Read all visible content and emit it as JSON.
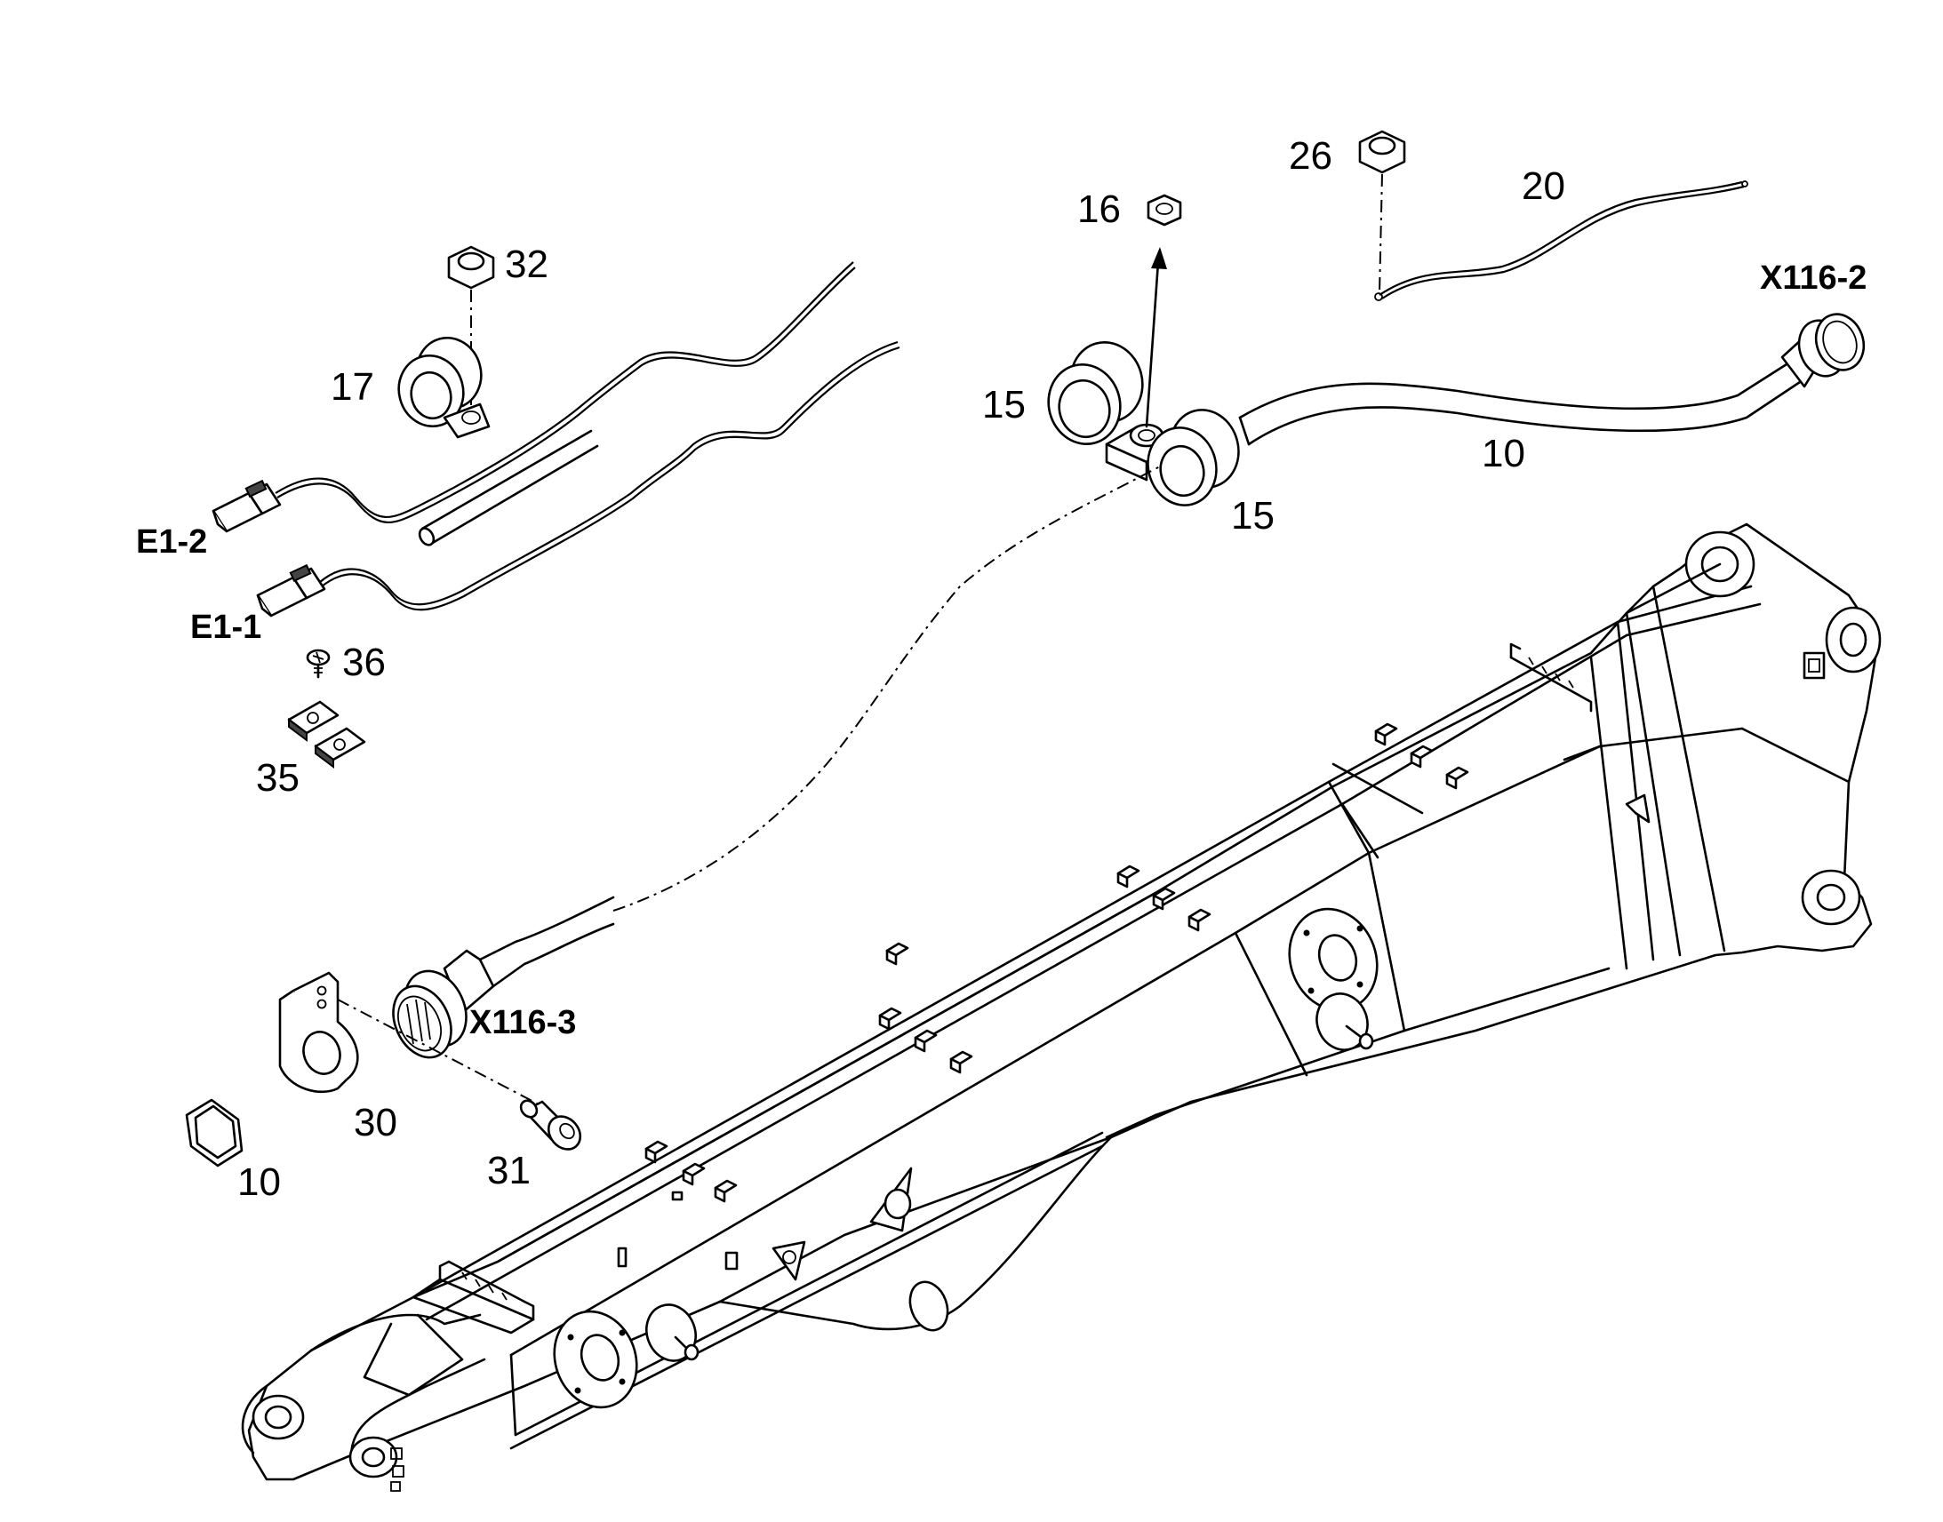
{
  "labels": {
    "p10_top": "10",
    "p10_bottom": "10",
    "p15_left": "15",
    "p15_right": "15",
    "p16": "16",
    "p17": "17",
    "p20": "20",
    "p26": "26",
    "p30": "30",
    "p31": "31",
    "p32": "32",
    "p35": "35",
    "p36": "36",
    "e1_1": "E1-1",
    "e1_2": "E1-2",
    "x116_2": "X116-2",
    "x116_3": "X116-3"
  }
}
